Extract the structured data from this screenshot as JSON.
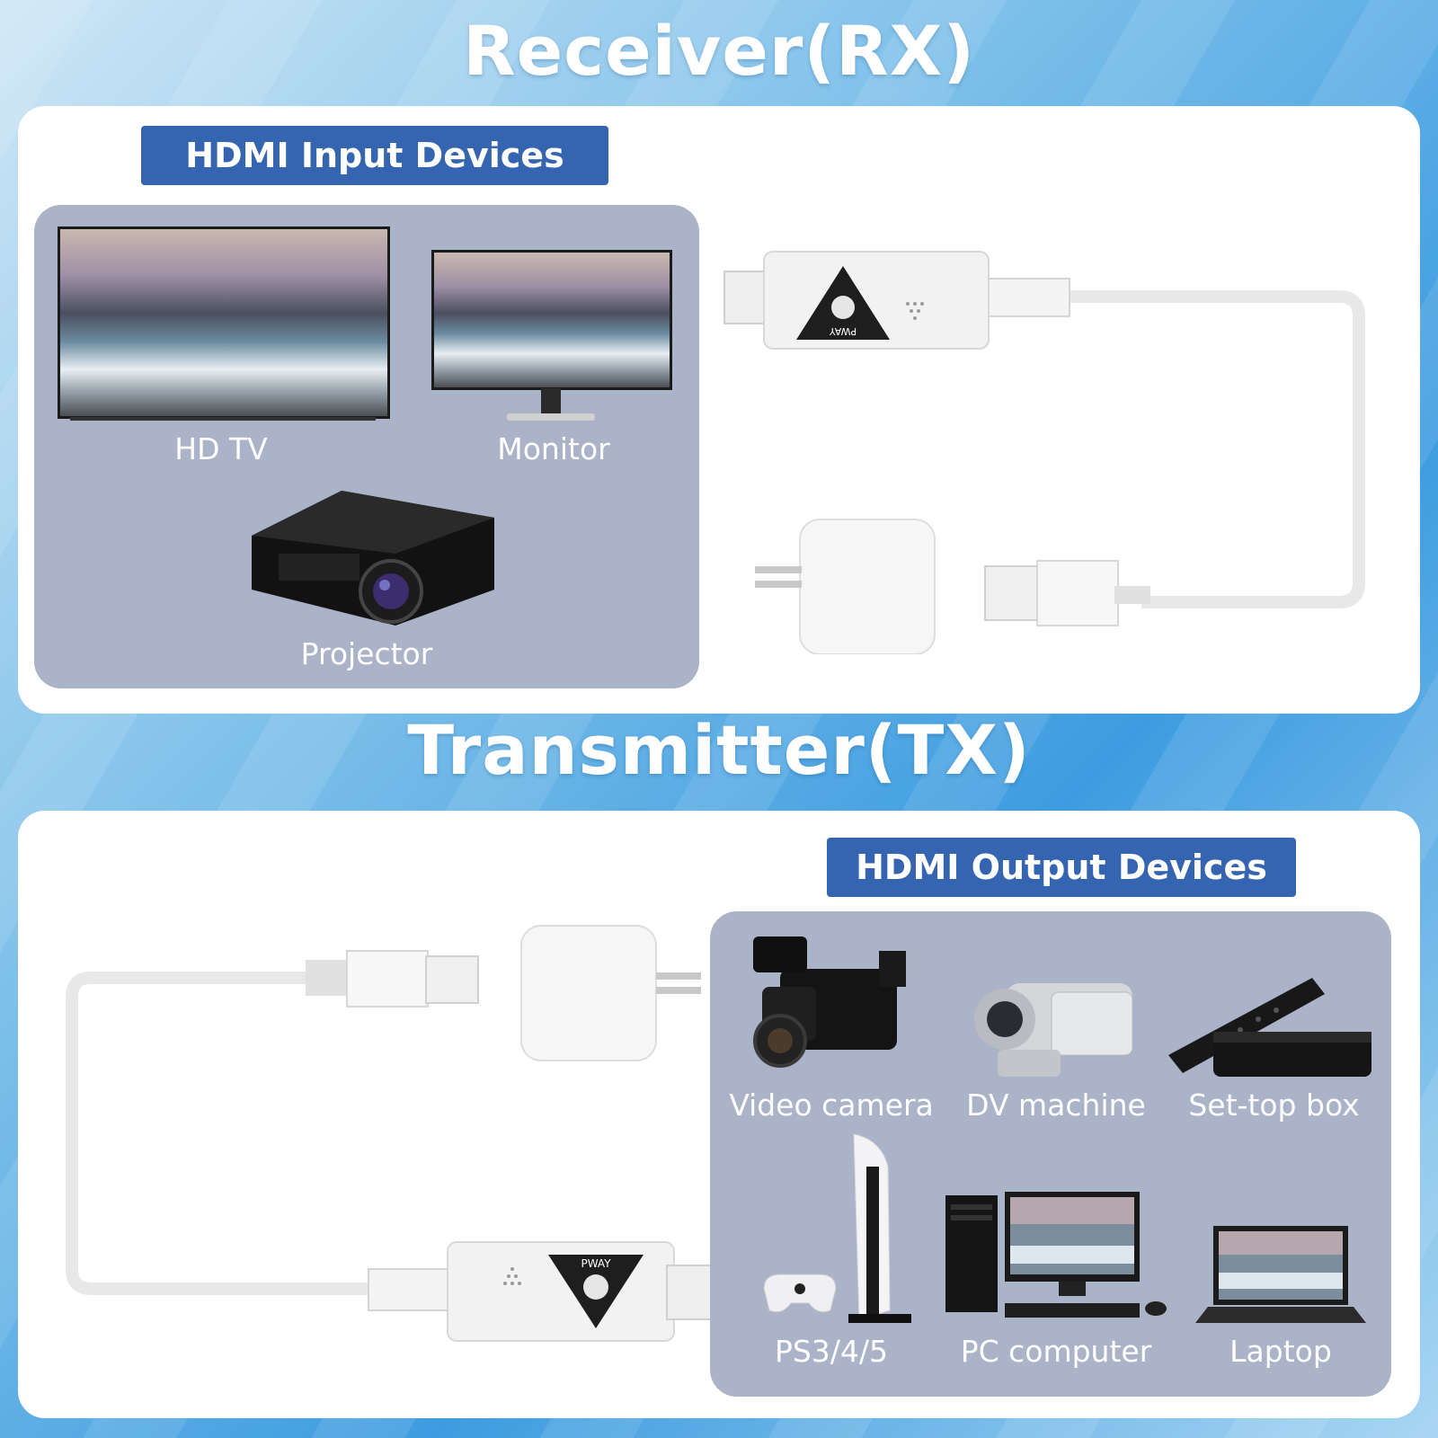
{
  "receiver": {
    "title": "Receiver(RX)",
    "badge": "HDMI Input Devices",
    "devices": {
      "tv": "HD TV",
      "monitor": "Monitor",
      "projector": "Projector"
    },
    "dongle_brand": "PWAY"
  },
  "transmitter": {
    "title": "Transmitter(TX)",
    "badge": "HDMI Output Devices",
    "devices": {
      "video_camera": "Video camera",
      "dv_machine": "DV machine",
      "set_top_box": "Set-top box",
      "ps": "PS3/4/5",
      "pc": "PC computer",
      "laptop": "Laptop"
    },
    "dongle_brand": "PWAY"
  },
  "colors": {
    "badge": "#3565b0",
    "device_box": "#aab3c7",
    "panel": "#ffffff"
  }
}
